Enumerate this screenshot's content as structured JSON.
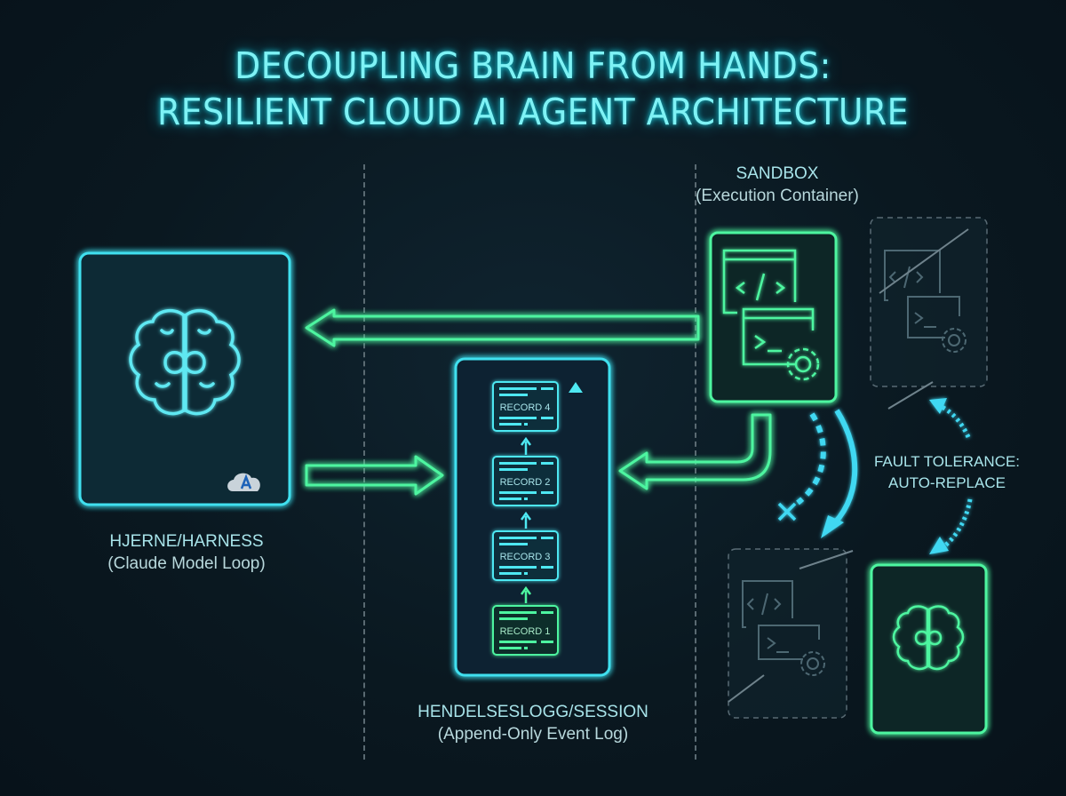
{
  "title": {
    "line1": "DECOUPLING BRAIN FROM HANDS:",
    "line2": "RESILIENT CLOUD AI AGENT ARCHITECTURE"
  },
  "harness": {
    "label": "HJERNE/HARNESS",
    "sublabel": "(Claude Model Loop)",
    "icon": "brain-infinity-icon",
    "badge_icon": "cloud-a-logo"
  },
  "session": {
    "label": "HENDELSESLOGG/SESSION",
    "sublabel": "(Append-Only Event Log)",
    "records": [
      "RECORD 4",
      "RECORD 2",
      "RECORD 3",
      "RECORD 1"
    ]
  },
  "sandbox": {
    "label": "SANDBOX",
    "sublabel": "(Execution Container)",
    "icons": [
      "code-window-icon",
      "terminal-window-icon",
      "gear-icon"
    ]
  },
  "fault_tolerance": {
    "line1": "FAULT TOLERANCE:",
    "line2": "AUTO-REPLACE"
  },
  "colors": {
    "background": "#0a1820",
    "cyan": "#3fe0ef",
    "green": "#4df5a0",
    "ghost": "#6a8a96",
    "text": "#a8e4ea"
  }
}
